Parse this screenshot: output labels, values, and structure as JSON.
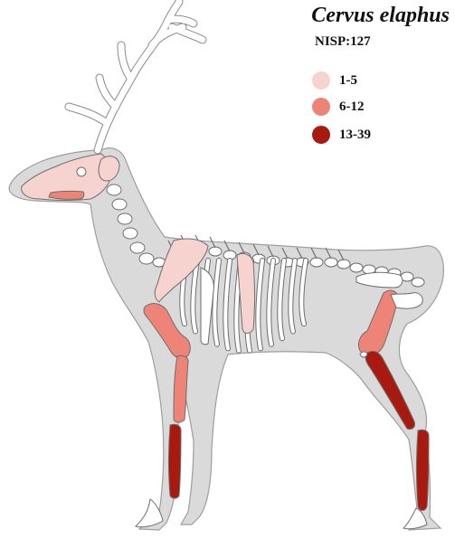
{
  "figure": {
    "title": "Cervus elaphus",
    "nisp": "NISP:127"
  },
  "legend": [
    {
      "label": "1-5",
      "color": "#f7d3cf"
    },
    {
      "label": "6-12",
      "color": "#ee8478"
    },
    {
      "label": "13-39",
      "color": "#a81a10"
    }
  ],
  "colors": {
    "body": "#dadada",
    "body_outline": "#9e9e9e",
    "bone_outline": "#6e6e6e",
    "unrecorded_bone": "#ffffff",
    "light": "#f7d3cf",
    "medium": "#ee8478",
    "dark": "#a81a10"
  },
  "elements": [
    {
      "name": "skull",
      "class": "light"
    },
    {
      "name": "mandible",
      "class": "medium"
    },
    {
      "name": "atlas",
      "class": "light"
    },
    {
      "name": "scapula",
      "class": "light"
    },
    {
      "name": "rib",
      "class": "light"
    },
    {
      "name": "humerus",
      "class": "medium"
    },
    {
      "name": "radius-ulna",
      "class": "medium"
    },
    {
      "name": "metacarpal",
      "class": "dark"
    },
    {
      "name": "femur",
      "class": "medium"
    },
    {
      "name": "tibia",
      "class": "dark"
    },
    {
      "name": "metatarsal",
      "class": "dark"
    }
  ]
}
